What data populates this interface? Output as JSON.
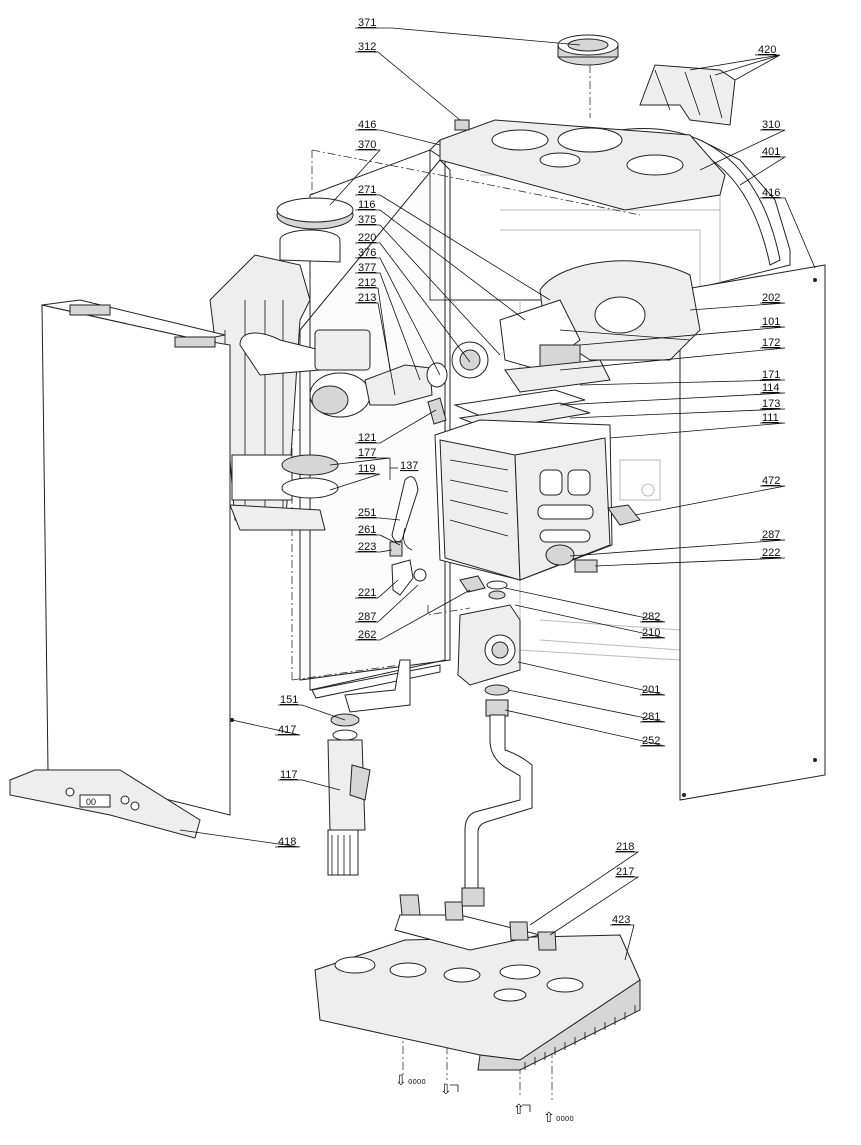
{
  "labels": {
    "371": "371",
    "312": "312",
    "420": "420",
    "416a": "416",
    "370": "370",
    "310": "310",
    "401": "401",
    "416b": "416",
    "271": "271",
    "116": "116",
    "375": "375",
    "220": "220",
    "376": "376",
    "377": "377",
    "212": "212",
    "213": "213",
    "202": "202",
    "101": "101",
    "172": "172",
    "171": "171",
    "114": "114",
    "173": "173",
    "121": "121",
    "111": "111",
    "177": "177",
    "137": "137",
    "119": "119",
    "472": "472",
    "251": "251",
    "261": "261",
    "287a": "287",
    "223": "223",
    "222": "222",
    "221": "221",
    "287b": "287",
    "282": "282",
    "262": "262",
    "210": "210",
    "201": "201",
    "281": "281",
    "151": "151",
    "417": "417",
    "252": "252",
    "117": "117",
    "418": "418",
    "218": "218",
    "217": "217",
    "423": "423"
  },
  "arrows": {
    "a1": "⇩",
    "a1t": "0000",
    "a2": "⇩",
    "a3": "⇧",
    "a4": "⇧",
    "a4t": "0000"
  },
  "display": {
    "panel": "00"
  }
}
